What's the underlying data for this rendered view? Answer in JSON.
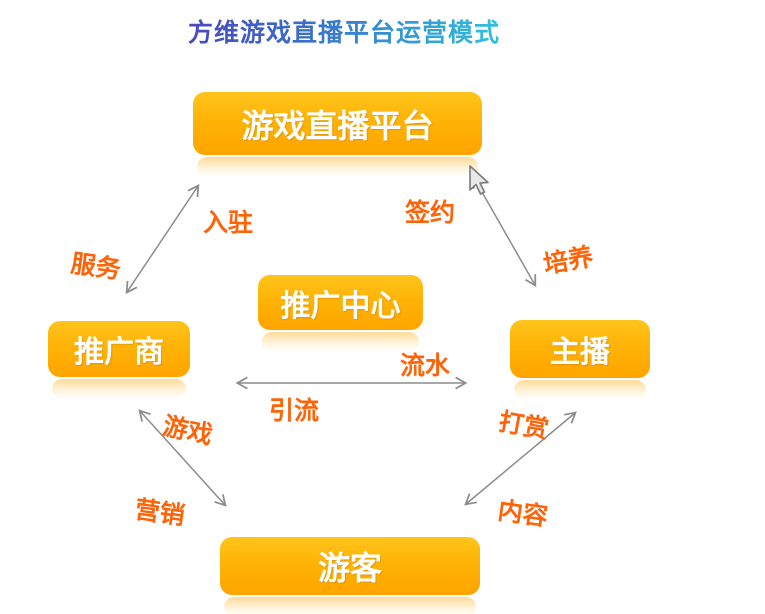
{
  "title": "方维游戏直播平台运营模式",
  "nodes": {
    "platform": {
      "label": "游戏直播平台"
    },
    "promotion_center": {
      "label": "推广中心"
    },
    "promoter": {
      "label": "推广商"
    },
    "anchor": {
      "label": "主播"
    },
    "visitor": {
      "label": "游客"
    }
  },
  "edge_labels": {
    "enter": "入驻",
    "sign": "签约",
    "serve": "服务",
    "cultivate": "培养",
    "revenue": "流水",
    "divert": "引流",
    "game": "游戏",
    "reward": "打赏",
    "marketing": "营销",
    "content": "内容"
  },
  "edges": [
    {
      "from": "推广商",
      "to": "游戏直播平台",
      "style": "double-arrow",
      "labels": [
        "入驻",
        "服务"
      ]
    },
    {
      "from": "主播",
      "to": "游戏直播平台",
      "style": "double-arrow",
      "labels": [
        "签约",
        "培养"
      ]
    },
    {
      "from": "推广商",
      "to": "主播",
      "style": "double-arrow",
      "labels": [
        "流水",
        "引流"
      ]
    },
    {
      "from": "推广商",
      "to": "游客",
      "style": "double-arrow",
      "labels": [
        "游戏",
        "营销"
      ]
    },
    {
      "from": "游客",
      "to": "主播",
      "style": "double-arrow",
      "labels": [
        "打赏",
        "内容"
      ]
    }
  ],
  "icons": {
    "cursor": "mouse-cursor"
  },
  "colors": {
    "box": "#FFB306",
    "label": "#FF6309",
    "arrow": "#8C8C8C",
    "title_from": "#4B48BC",
    "title_to": "#30C0DC"
  }
}
